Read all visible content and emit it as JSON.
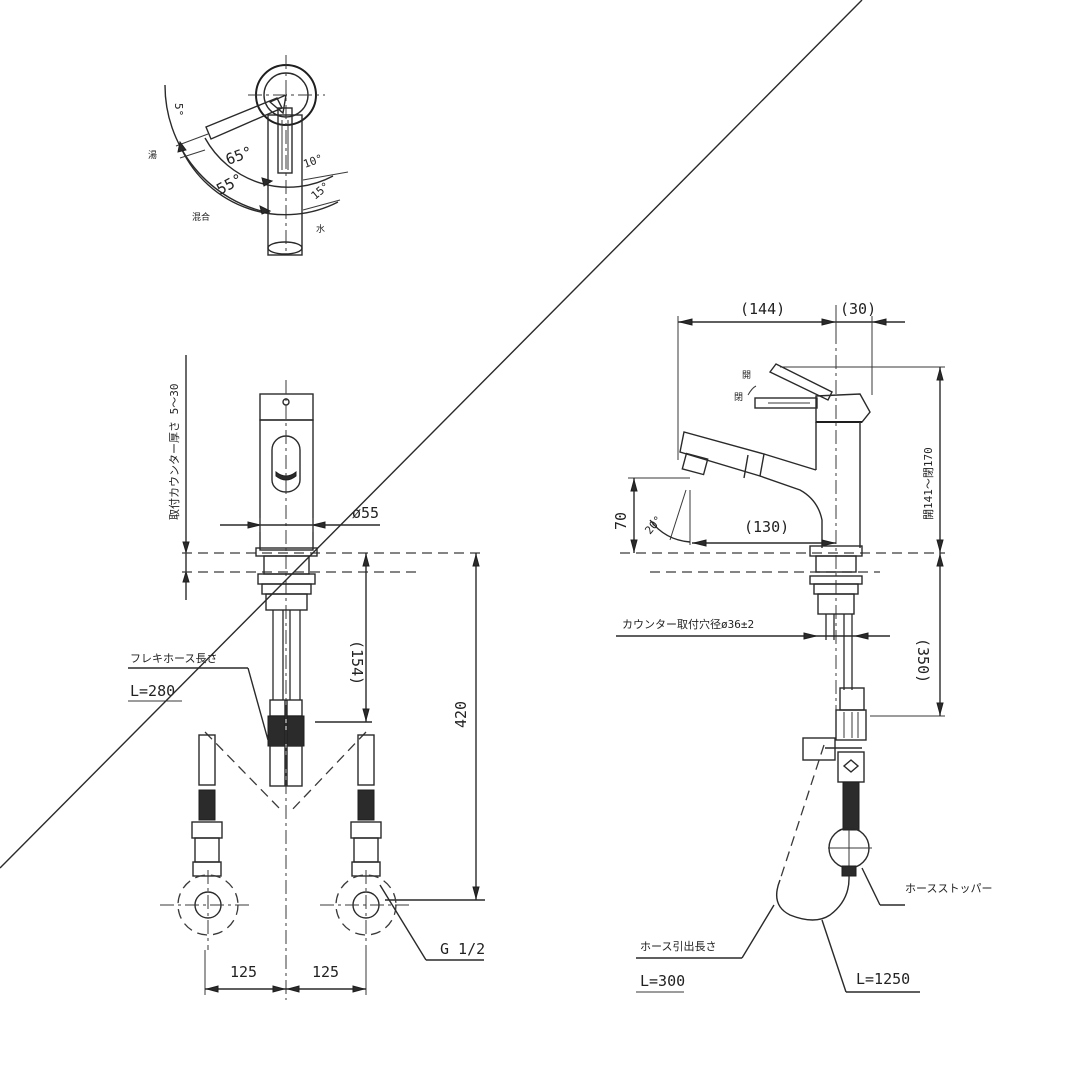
{
  "drawing": {
    "type": "faucet-technical-drawing",
    "line_color": "#2a2a2a",
    "background": "#ffffff"
  },
  "lever_plan_view": {
    "angles": {
      "hot_side_extra": "5°",
      "open_angle": "65°",
      "mix_angle": "55°",
      "cold_angle_small": "10°",
      "cold_angle": "15°"
    },
    "labels": {
      "hot": "湯",
      "mix": "混合",
      "cold": "水"
    }
  },
  "front_view": {
    "counter_thickness_label": "取付カウンター厚さ 5～30",
    "body_diameter": "ø55",
    "hose_length_label": "フレキホース長さ",
    "hose_length_value": "L=280",
    "dim_154": "(154)",
    "dim_420": "420",
    "thread_label": "G 1/2",
    "spacing_left": "125",
    "spacing_right": "125"
  },
  "side_view": {
    "dim_144": "(144)",
    "dim_30": "(30)",
    "lever_open": "開",
    "lever_close": "閉",
    "height_label": "開141～閉170",
    "spout_height": "70",
    "spray_angle": "20°",
    "spout_reach": "(130)",
    "mount_hole_label": "カウンター取付穴径ø36±2",
    "dim_350": "(350)",
    "hose_stopper_label": "ホースストッパー",
    "pull_out_label": "ホース引出長さ",
    "pull_out_value": "L=300",
    "hose_total_value": "L=1250"
  }
}
